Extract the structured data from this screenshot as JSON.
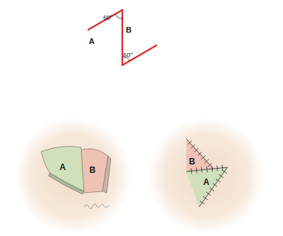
{
  "diagram": {
    "labels": [
      "60°",
      "B",
      "A",
      "60°",
      "A",
      "B",
      "B",
      "A"
    ]
  }
}
